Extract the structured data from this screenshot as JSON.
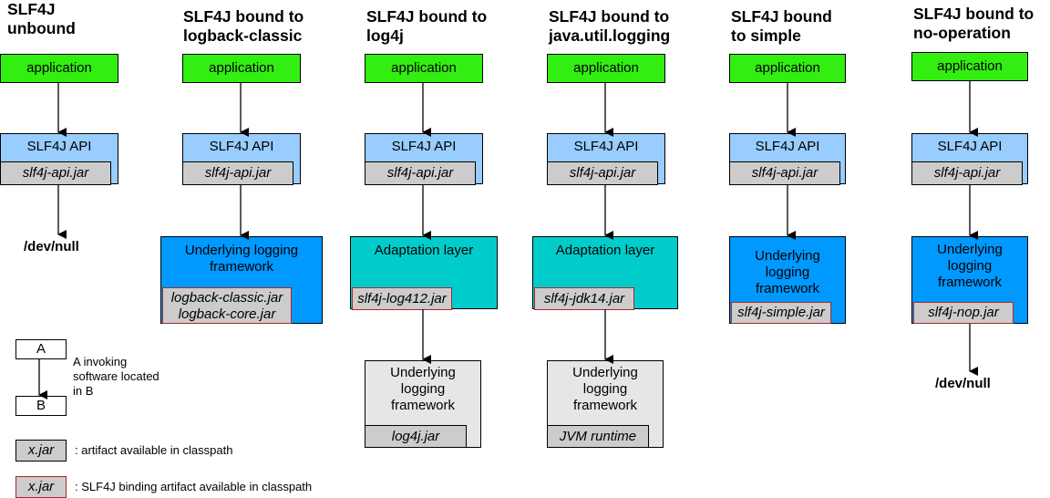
{
  "columns": [
    {
      "title": "SLF4J\nunbound",
      "app": "application",
      "api": "SLF4J API",
      "api_jar": "slf4j-api.jar",
      "end": "/dev/null"
    },
    {
      "title": "SLF4J bound to\nlogback-classic",
      "app": "application",
      "api": "SLF4J API",
      "api_jar": "slf4j-api.jar",
      "framework": "Underlying logging\nframework",
      "binding_jar": "logback-classic.jar\nlogback-core.jar"
    },
    {
      "title": "SLF4J bound to\nlog4j",
      "app": "application",
      "api": "SLF4J API",
      "api_jar": "slf4j-api.jar",
      "adaptation": "Adaptation layer",
      "binding_jar": "slf4j-log412.jar",
      "underlying": "Underlying\nlogging\nframework",
      "underlying_jar": "log4j.jar"
    },
    {
      "title": "SLF4J bound to\njava.util.logging",
      "app": "application",
      "api": "SLF4J API",
      "api_jar": "slf4j-api.jar",
      "adaptation": "Adaptation layer",
      "binding_jar": "slf4j-jdk14.jar",
      "underlying": "Underlying\nlogging\nframework",
      "underlying_jar": "JVM runtime"
    },
    {
      "title": "SLF4J bound\nto simple",
      "app": "application",
      "api": "SLF4J API",
      "api_jar": "slf4j-api.jar",
      "framework": "Underlying\nlogging\nframework",
      "binding_jar": "slf4j-simple.jar"
    },
    {
      "title": "SLF4J bound to\nno-operation",
      "app": "application",
      "api": "SLF4J API",
      "api_jar": "slf4j-api.jar",
      "framework": "Underlying\nlogging\nframework",
      "binding_jar": "slf4j-nop.jar",
      "end": "/dev/null"
    }
  ],
  "legend": {
    "box_a": "A",
    "box_b": "B",
    "invoking_text": "A invoking\nsoftware located\nin B",
    "jar_label": "x.jar",
    "artifact_text": ": artifact available in classpath",
    "binding_label": "x.jar",
    "binding_text": ": SLF4J binding artifact available in classpath"
  },
  "colors": {
    "application": "#33ee11",
    "api": "#99ccff",
    "framework": "#0099ff",
    "adaptation": "#00cccc",
    "underlying": "#e6e6e6",
    "jar": "#cccccc",
    "binding_border": "#a52a2a"
  }
}
